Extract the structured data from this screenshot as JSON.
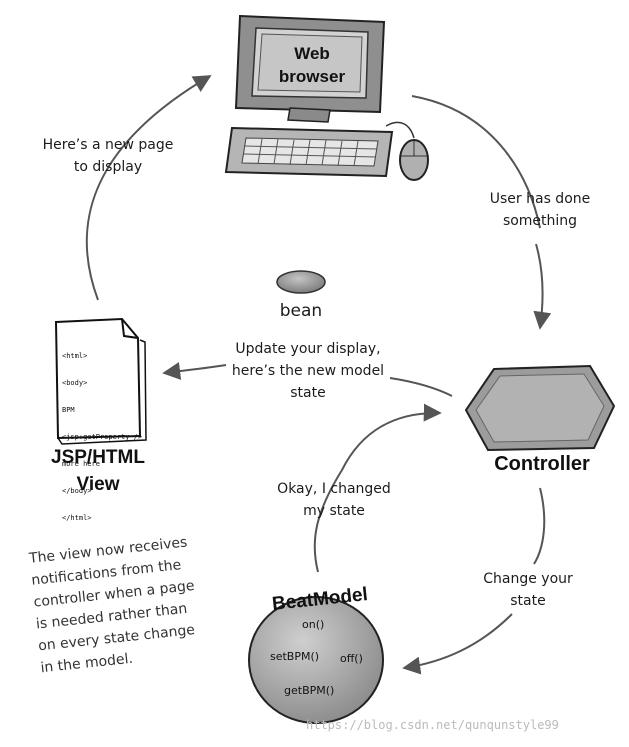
{
  "browser": {
    "label_line1": "Web",
    "label_line2": "browser"
  },
  "bean": {
    "label": "bean"
  },
  "view": {
    "code_lines": [
      "<html>",
      "<body>",
      "BPM",
      "<jsp:getProperty />",
      "more here",
      "</body>",
      "</html>"
    ],
    "label_line1": "JSP/HTML",
    "label_line2": "View"
  },
  "controller": {
    "label": "Controller"
  },
  "model": {
    "title": "BeatModel",
    "methods": {
      "on": "on()",
      "setBPM": "setBPM()",
      "off": "off()",
      "getBPM": "getBPM()"
    }
  },
  "arrows": {
    "new_page": [
      "Here’s a new page",
      "to display"
    ],
    "user_action": [
      "User has done",
      "something"
    ],
    "update_display": [
      "Update your display,",
      "here’s the new model",
      "state"
    ],
    "state_changed": [
      "Okay, I changed",
      "my state"
    ],
    "change_state": [
      "Change your",
      "state"
    ]
  },
  "note": {
    "lines": [
      "The view now receives",
      "notifications from the",
      "controller when a page",
      "is needed rather than",
      "on every state change",
      "in the model."
    ]
  },
  "watermark": "https://blog.csdn.net/qunqunstyle99",
  "colors": {
    "ink": "#1c1c1c",
    "monitor": "#8f8f8f",
    "screen": "#c8c8c8",
    "controller_fill": "#9a9a9a",
    "model_fill": "#a6a6a6",
    "bean_fill": "#999999"
  }
}
